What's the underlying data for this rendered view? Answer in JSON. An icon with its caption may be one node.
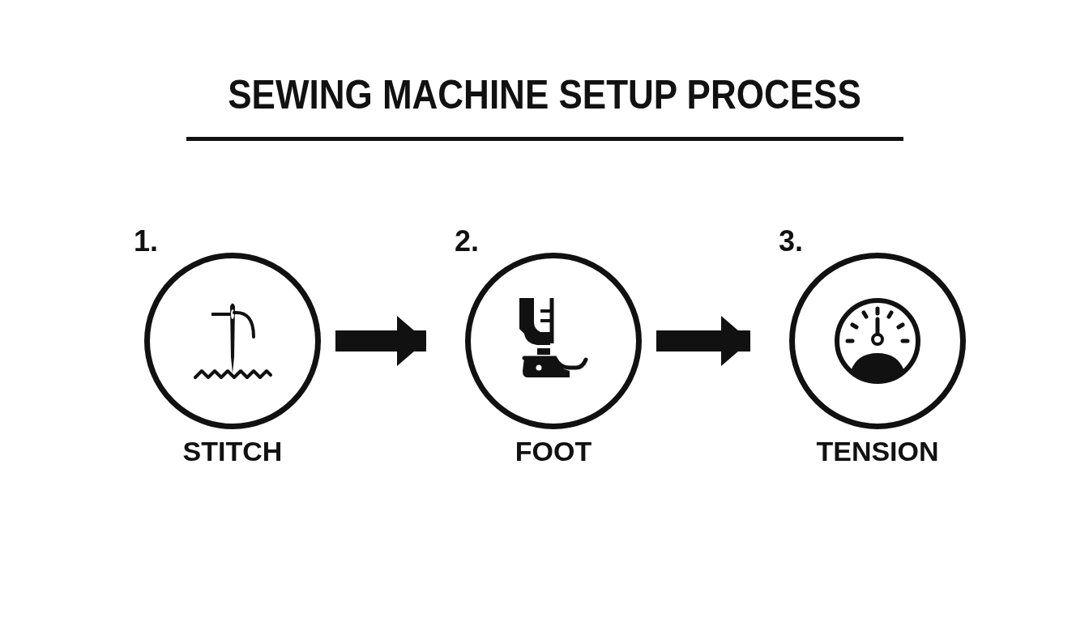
{
  "diagram": {
    "title": "SEWING MACHINE SETUP PROCESS",
    "nodes": [
      {
        "text": [
          "1.",
          "STITCH"
        ]
      },
      {
        "text": [
          "2.",
          "FOOT"
        ]
      },
      {
        "text": [
          "3.",
          "TENSION"
        ]
      }
    ],
    "edges": [
      {
        "from": 0,
        "to": 1,
        "arrow": "to"
      },
      {
        "from": 1,
        "to": 2,
        "arrow": "to"
      }
    ]
  }
}
